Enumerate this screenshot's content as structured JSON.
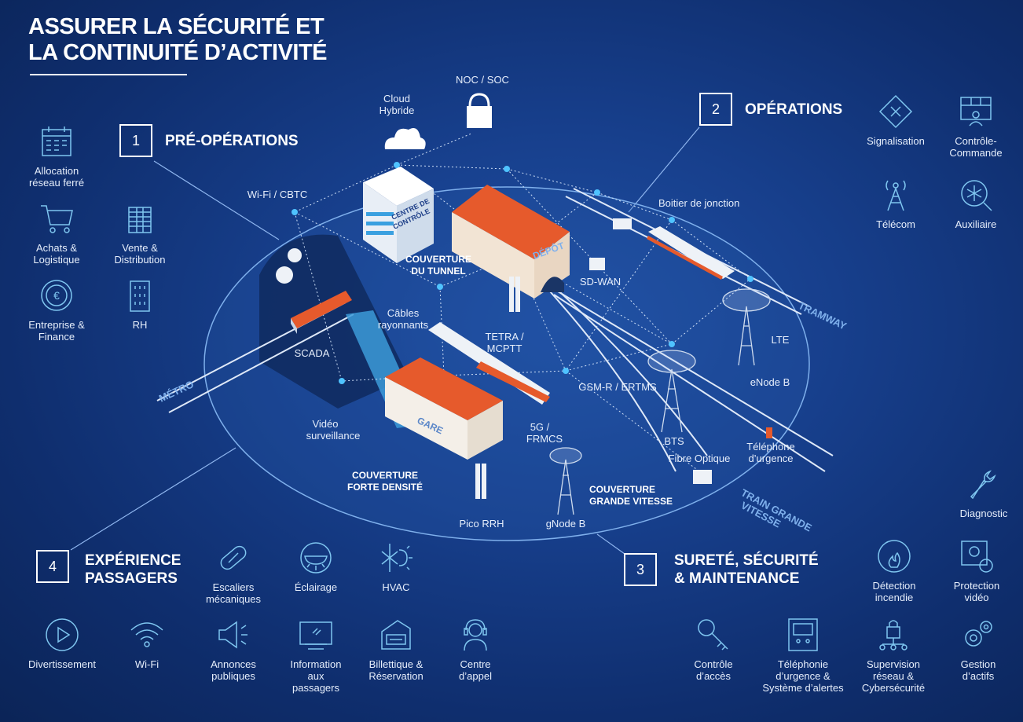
{
  "title_line1": "ASSURER LA SÉCURITÉ ET",
  "title_line2": "LA CONTINUITÉ D’ACTIVITÉ",
  "sections": {
    "s1": {
      "num": "1",
      "title": "PRÉ-OPÉRATIONS"
    },
    "s2": {
      "num": "2",
      "title": "OPÉRATIONS"
    },
    "s3": {
      "num": "3",
      "title_l1": "SURETÉ, SÉCURITÉ",
      "title_l2": "& MAINTENANCE"
    },
    "s4": {
      "num": "4",
      "title_l1": "EXPÉRIENCE",
      "title_l2": "PASSAGERS"
    }
  },
  "pre_ops": {
    "allocation": [
      "Allocation",
      "réseau ferré"
    ],
    "achats": [
      "Achats &",
      "Logistique"
    ],
    "vente": [
      "Vente &",
      "Distribution"
    ],
    "entreprise": [
      "Entreprise &",
      "Finance"
    ],
    "rh": [
      "RH"
    ]
  },
  "ops": {
    "signalisation": [
      "Signalisation"
    ],
    "controle": [
      "Contrôle-",
      "Commande"
    ],
    "telecom": [
      "Télécom"
    ],
    "auxiliaire": [
      "Auxiliaire"
    ]
  },
  "maint": {
    "diagnostic": [
      "Diagnostic"
    ],
    "detection": [
      "Détection",
      "incendie"
    ],
    "protection": [
      "Protection",
      "vidéo"
    ],
    "acces": [
      "Contrôle",
      "d’accès"
    ],
    "telephonie": [
      "Téléphonie",
      "d’urgence &",
      "Système d’alertes"
    ],
    "supervision": [
      "Supervision",
      "réseau &",
      "Cybersécurité"
    ],
    "gestion": [
      "Gestion",
      "d’actifs"
    ]
  },
  "pax": {
    "escaliers": [
      "Escaliers",
      "mécaniques"
    ],
    "eclairage": [
      "Éclairage"
    ],
    "hvac": [
      "HVAC"
    ],
    "divertissement": [
      "Divertissement"
    ],
    "wifi": [
      "Wi-Fi"
    ],
    "annonces": [
      "Annonces",
      "publiques"
    ],
    "information": [
      "Information",
      "aux",
      "passagers"
    ],
    "billettique": [
      "Billettique &",
      "Réservation"
    ],
    "centre": [
      "Centre",
      "d’appel"
    ]
  },
  "map": {
    "noc": "NOC / SOC",
    "cloud": [
      "Cloud",
      "Hybride"
    ],
    "wifi_cbtc": "Wi-Fi / CBTC",
    "centre_controle": [
      "CENTRE DE",
      "CONTRÔLE"
    ],
    "couv_tunnel": [
      "COUVERTURE",
      "DU TUNNEL"
    ],
    "depot": "DÉPÔT",
    "boitier": "Boitier de jonction",
    "sdwan": "SD-WAN",
    "cables": [
      "Câbles",
      "rayonnants"
    ],
    "tetra": [
      "TETRA /",
      "MCPTT"
    ],
    "scada": "SCADA",
    "lte": "LTE",
    "tramway": "TRAMWAY",
    "metro": "MÉTRO",
    "gsmr": "GSM-R / ERTMS",
    "enodeb": "eNode B",
    "gare": "GARE",
    "video": [
      "Vidéo",
      "surveillance"
    ],
    "fivег": [
      "5G /",
      "FRMCS"
    ],
    "bts": "BTS",
    "fibre": "Fibre Optique",
    "tel_urgence": [
      "Téléphone",
      "d’urgence"
    ],
    "couv_forte": [
      "COUVERTURE",
      "FORTE DENSITÉ"
    ],
    "couv_gv": [
      "COUVERTURE",
      "GRANDE VITESSE"
    ],
    "pico": "Pico RRH",
    "gnodeb": "gNode B",
    "train_gv": [
      "TRAIN GRANDE",
      "VITESSE"
    ]
  },
  "colors": {
    "bg": "#173f8c",
    "accent_orange": "#e65a2c",
    "node_cyan": "#4fc3ff",
    "white": "#ffffff"
  }
}
